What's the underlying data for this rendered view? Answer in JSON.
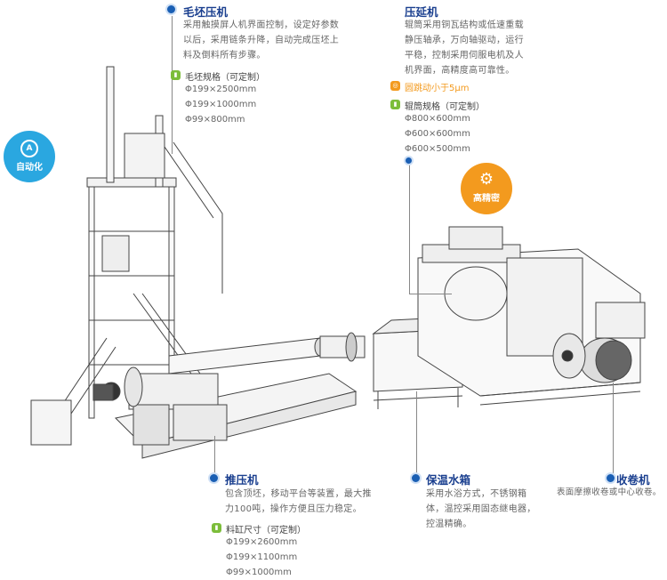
{
  "badges": {
    "automation": "自动化",
    "precision": "高精密"
  },
  "billet_press": {
    "title": "毛坯压机",
    "desc_lines": [
      "采用触摸屏人机界面控制，设定好参数",
      "以后，采用链条升降，自动完成压坯上",
      "料及倒料所有步骤。"
    ],
    "spec_title": "毛坯规格（可定制）",
    "specs": [
      "Φ199×2500mm",
      "Φ199×1000mm",
      "Φ99×800mm"
    ]
  },
  "rolling_mill": {
    "title": "压延机",
    "desc_lines": [
      "辊筒采用铜瓦结构或低速重载",
      "静压轴承，万向轴驱动，运行",
      "平稳，控制采用伺服电机及人",
      "机界面，高精度高可靠性。"
    ],
    "highlight": "圆跳动小于5μm",
    "spec_title": "辊筒规格（可定制）",
    "specs": [
      "Φ800×600mm",
      "Φ600×600mm",
      "Φ600×500mm"
    ]
  },
  "pusher": {
    "title": "推压机",
    "desc_lines": [
      "包含顶坯，移动平台等装置，最大推",
      "力100吨，操作方便且压力稳定。"
    ],
    "spec_title": "料缸尺寸（可定制）",
    "specs": [
      "Φ199×2600mm",
      "Φ199×1100mm",
      "Φ99×1000mm"
    ]
  },
  "tank": {
    "title": "保温水箱",
    "desc_lines": [
      "采用水浴方式，不锈钢箱",
      "体，温控采用固态继电器，",
      "控温精确。"
    ]
  },
  "winder": {
    "title": "收卷机",
    "desc_lines": [
      "表面摩擦收卷或中心收卷。"
    ]
  },
  "colors": {
    "title": "#1a3f8f",
    "dot": "#1a5fb4",
    "green": "#7cbd3a",
    "orange": "#f39a1e",
    "auto_badge": "#2aa7e0"
  }
}
